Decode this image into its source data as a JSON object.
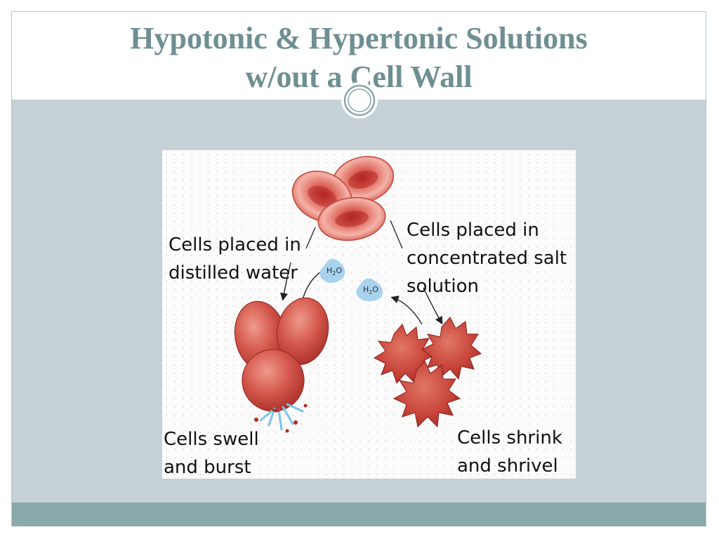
{
  "slide": {
    "title_line1": "Hypotonic & Hypertonic Solutions",
    "title_line2": "w/out a Cell Wall"
  },
  "diagram": {
    "label_distilled_line1": "Cells placed in",
    "label_distilled_line2": "distilled water",
    "label_salt_line1": "Cells placed in",
    "label_salt_line2": "concentrated salt",
    "label_salt_line3": "solution",
    "label_swell_line1": "Cells swell",
    "label_swell_line2": "and burst",
    "label_shrink_line1": "Cells shrink",
    "label_shrink_line2": "and shrivel",
    "h2o_label": "H2O"
  },
  "colors": {
    "title": "#6f8f92",
    "content_background": "#c5d1d6",
    "footer_bar": "#8aa9aa",
    "cell_red": "#c23a31",
    "water_blue": "#a9d3ec"
  }
}
